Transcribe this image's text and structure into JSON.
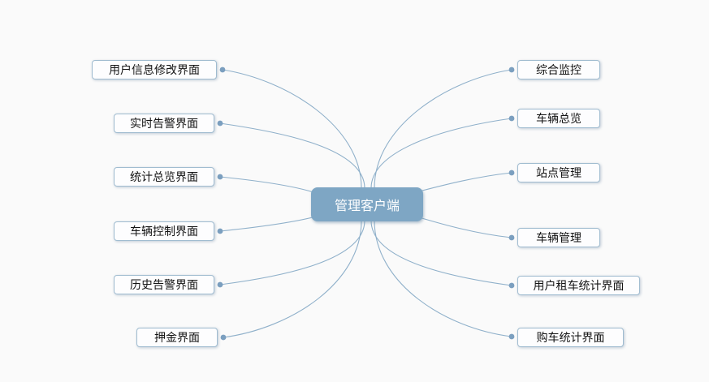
{
  "diagram": {
    "title": "管理客户端",
    "left_nodes": [
      {
        "label": "用户信息修改界面"
      },
      {
        "label": "实时告警界面"
      },
      {
        "label": "统计总览界面"
      },
      {
        "label": "车辆控制界面"
      },
      {
        "label": "历史告警界面"
      },
      {
        "label": "押金界面"
      }
    ],
    "right_nodes": [
      {
        "label": "综合监控"
      },
      {
        "label": "车辆总览"
      },
      {
        "label": "站点管理"
      },
      {
        "label": "车辆管理"
      },
      {
        "label": "用户租车统计界面"
      },
      {
        "label": "购车统计界面"
      }
    ],
    "colors": {
      "background": "#fafafa",
      "center_fill": "#7ea6c4",
      "center_text": "#ffffff",
      "node_fill": "#fdfdfe",
      "node_border": "#a0bcd0",
      "node_text": "#141414",
      "connector_line": "#8fb0ca",
      "connector_dot": "#7b9fbf"
    }
  }
}
